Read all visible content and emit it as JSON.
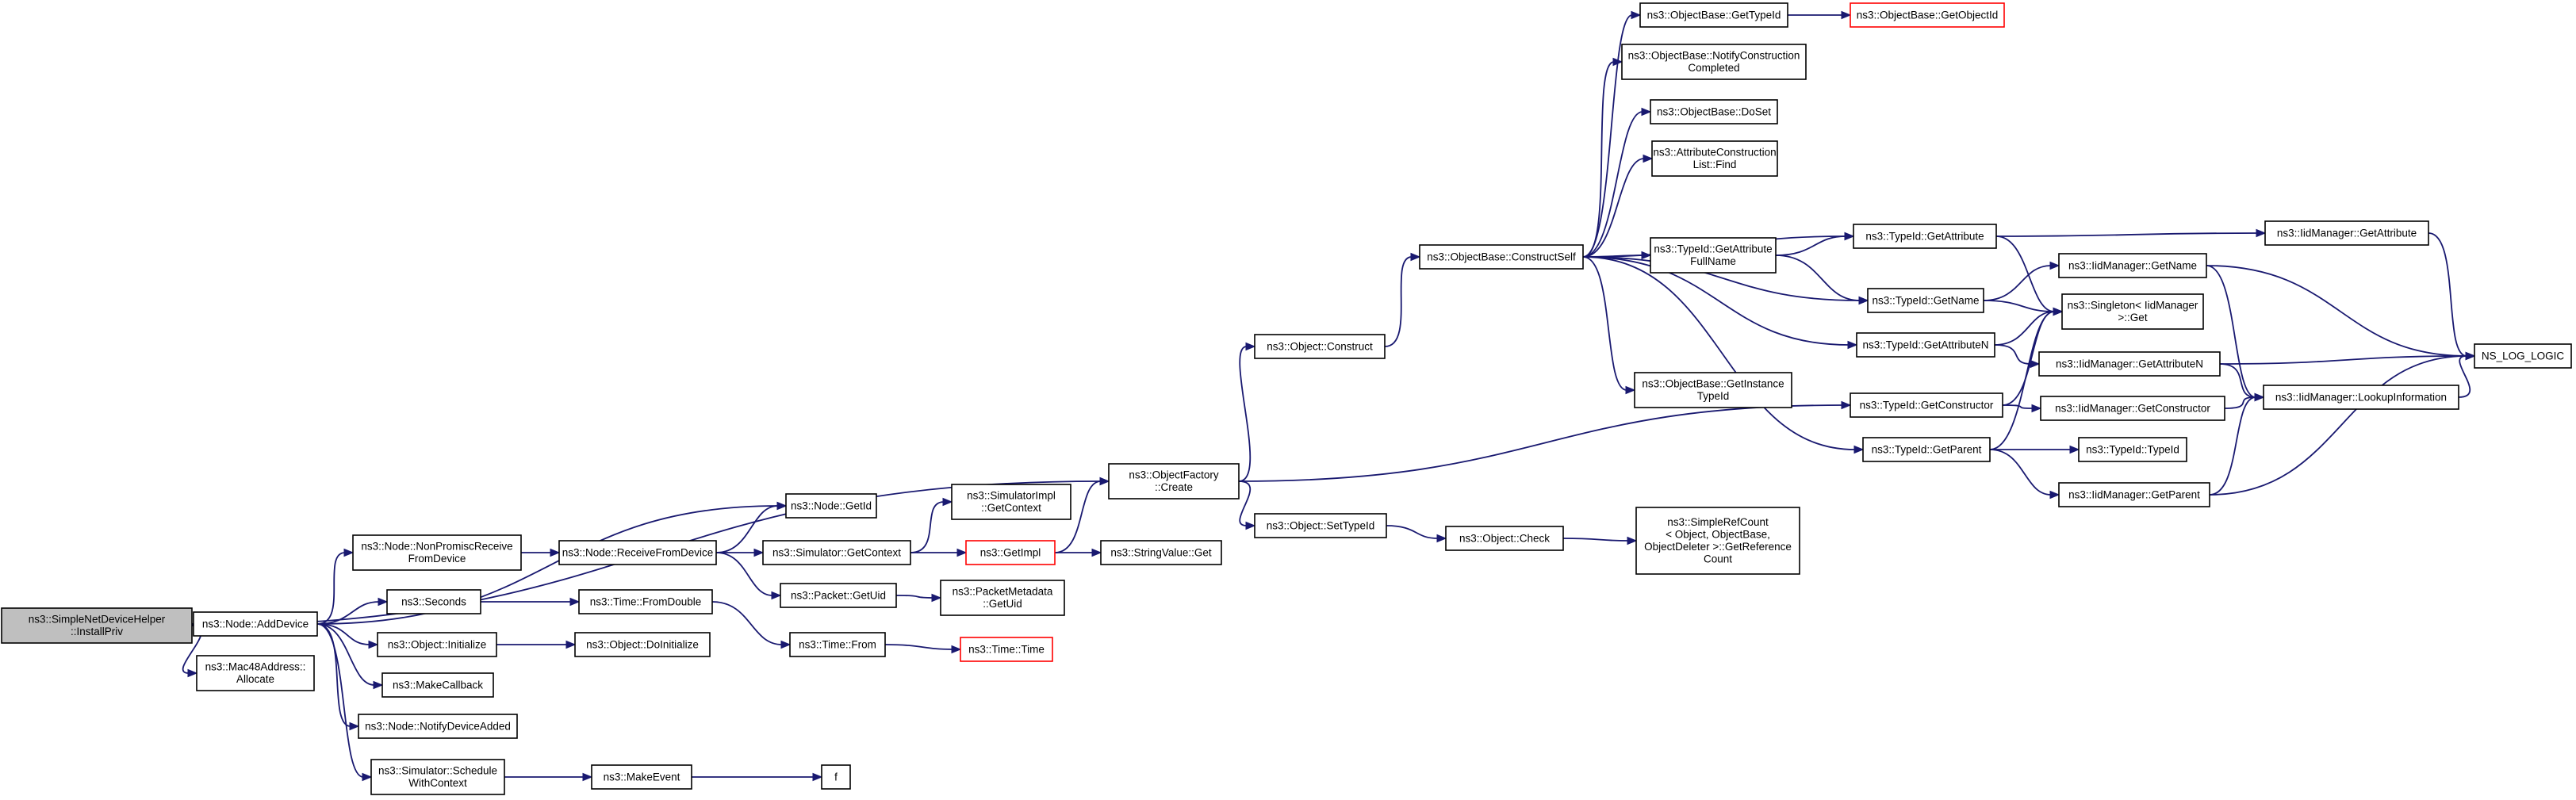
{
  "diagram": {
    "colors": {
      "edge": "#191970",
      "border": "#000000",
      "highlight_border": "#ff0000",
      "root_fill": "#bfbfbf"
    },
    "nodes": [
      {
        "id": "install",
        "lines": [
          "ns3::SimpleNetDeviceHelper",
          "::InstallPriv"
        ],
        "root": true
      },
      {
        "id": "adddevice",
        "lines": [
          "ns3::Node::AddDevice"
        ]
      },
      {
        "id": "mac48",
        "lines": [
          "ns3::Mac48Address::",
          "Allocate"
        ]
      },
      {
        "id": "ofcreate",
        "lines": [
          "ns3::ObjectFactory",
          "::Create"
        ]
      },
      {
        "id": "nodegetid",
        "lines": [
          "ns3::Node::GetId"
        ]
      },
      {
        "id": "nonpromisc",
        "lines": [
          "ns3::Node::NonPromiscReceive",
          "FromDevice"
        ]
      },
      {
        "id": "seconds",
        "lines": [
          "ns3::Seconds"
        ]
      },
      {
        "id": "objinit",
        "lines": [
          "ns3::Object::Initialize"
        ]
      },
      {
        "id": "makecallback",
        "lines": [
          "ns3::MakeCallback"
        ]
      },
      {
        "id": "notifyadded",
        "lines": [
          "ns3::Node::NotifyDeviceAdded"
        ]
      },
      {
        "id": "schedulectx",
        "lines": [
          "ns3::Simulator::Schedule",
          "WithContext"
        ]
      },
      {
        "id": "recvfromdev",
        "lines": [
          "ns3::Node::ReceiveFromDevice"
        ]
      },
      {
        "id": "getcontext",
        "lines": [
          "ns3::Simulator::GetContext"
        ]
      },
      {
        "id": "pktgetuid",
        "lines": [
          "ns3::Packet::GetUid"
        ]
      },
      {
        "id": "simimplctx",
        "lines": [
          "ns3::SimulatorImpl",
          "::GetContext"
        ]
      },
      {
        "id": "getimpl",
        "lines": [
          "ns3::GetImpl"
        ],
        "highlight": true
      },
      {
        "id": "pmgetuid",
        "lines": [
          "ns3::PacketMetadata",
          "::GetUid"
        ]
      },
      {
        "id": "stringget",
        "lines": [
          "ns3::StringValue::Get"
        ]
      },
      {
        "id": "fromdouble",
        "lines": [
          "ns3::Time::FromDouble"
        ]
      },
      {
        "id": "doinit",
        "lines": [
          "ns3::Object::DoInitialize"
        ]
      },
      {
        "id": "timefrom",
        "lines": [
          "ns3::Time::From"
        ]
      },
      {
        "id": "timetime",
        "lines": [
          "ns3::Time::Time"
        ],
        "highlight": true
      },
      {
        "id": "makeevent",
        "lines": [
          "ns3::MakeEvent"
        ]
      },
      {
        "id": "f",
        "lines": [
          "f"
        ]
      },
      {
        "id": "construct",
        "lines": [
          "ns3::Object::Construct"
        ]
      },
      {
        "id": "settypeid",
        "lines": [
          "ns3::Object::SetTypeId"
        ]
      },
      {
        "id": "objcheck",
        "lines": [
          "ns3::Object::Check"
        ]
      },
      {
        "id": "srcount",
        "lines": [
          "ns3::SimpleRefCount",
          "< Object, ObjectBase,",
          "ObjectDeleter >::GetReference",
          "Count"
        ]
      },
      {
        "id": "constructself",
        "lines": [
          "ns3::ObjectBase::ConstructSelf"
        ]
      },
      {
        "id": "obgettypeid",
        "lines": [
          "ns3::ObjectBase::GetTypeId"
        ]
      },
      {
        "id": "obgetobjectid",
        "lines": [
          "ns3::ObjectBase::GetObjectId"
        ],
        "highlight": true
      },
      {
        "id": "notifyconstr",
        "lines": [
          "ns3::ObjectBase::NotifyConstruction",
          "Completed"
        ]
      },
      {
        "id": "doset",
        "lines": [
          "ns3::ObjectBase::DoSet"
        ]
      },
      {
        "id": "acfind",
        "lines": [
          "ns3::AttributeConstruction",
          "List::Find"
        ]
      },
      {
        "id": "tigetattrfullname",
        "lines": [
          "ns3::TypeId::GetAttribute",
          "FullName"
        ]
      },
      {
        "id": "getinstancetypeid",
        "lines": [
          "ns3::ObjectBase::GetInstance",
          "TypeId"
        ]
      },
      {
        "id": "tigetattribute",
        "lines": [
          "ns3::TypeId::GetAttribute"
        ]
      },
      {
        "id": "tigetname",
        "lines": [
          "ns3::TypeId::GetName"
        ]
      },
      {
        "id": "tigetattrn",
        "lines": [
          "ns3::TypeId::GetAttributeN"
        ]
      },
      {
        "id": "tigetconstructor",
        "lines": [
          "ns3::TypeId::GetConstructor"
        ]
      },
      {
        "id": "tigetparent",
        "lines": [
          "ns3::TypeId::GetParent"
        ]
      },
      {
        "id": "singletonget",
        "lines": [
          "ns3::Singleton< IidManager",
          ">::Get"
        ]
      },
      {
        "id": "titypeid",
        "lines": [
          "ns3::TypeId::TypeId"
        ]
      },
      {
        "id": "iidgetattribute",
        "lines": [
          "ns3::IidManager::GetAttribute"
        ]
      },
      {
        "id": "iidgetname",
        "lines": [
          "ns3::IidManager::GetName"
        ]
      },
      {
        "id": "iidgetattrn",
        "lines": [
          "ns3::IidManager::GetAttributeN"
        ]
      },
      {
        "id": "iidgetconstructor",
        "lines": [
          "ns3::IidManager::GetConstructor"
        ]
      },
      {
        "id": "iidgetparent",
        "lines": [
          "ns3::IidManager::GetParent"
        ]
      },
      {
        "id": "iidlookup",
        "lines": [
          "ns3::IidManager::LookupInformation"
        ]
      },
      {
        "id": "nslog",
        "lines": [
          "NS_LOG_LOGIC"
        ]
      }
    ],
    "edges": [
      [
        "install",
        "adddevice"
      ],
      [
        "install",
        "mac48"
      ],
      [
        "install",
        "ofcreate"
      ],
      [
        "adddevice",
        "nodegetid"
      ],
      [
        "adddevice",
        "nonpromisc"
      ],
      [
        "adddevice",
        "seconds"
      ],
      [
        "adddevice",
        "objinit"
      ],
      [
        "adddevice",
        "makecallback"
      ],
      [
        "adddevice",
        "notifyadded"
      ],
      [
        "adddevice",
        "schedulectx"
      ],
      [
        "nonpromisc",
        "recvfromdev"
      ],
      [
        "recvfromdev",
        "nodegetid"
      ],
      [
        "recvfromdev",
        "getcontext"
      ],
      [
        "recvfromdev",
        "pktgetuid"
      ],
      [
        "getcontext",
        "simimplctx"
      ],
      [
        "getcontext",
        "getimpl"
      ],
      [
        "getimpl",
        "ofcreate"
      ],
      [
        "getimpl",
        "stringget"
      ],
      [
        "pktgetuid",
        "pmgetuid"
      ],
      [
        "seconds",
        "fromdouble"
      ],
      [
        "fromdouble",
        "timefrom"
      ],
      [
        "timefrom",
        "timetime"
      ],
      [
        "objinit",
        "doinit"
      ],
      [
        "schedulectx",
        "makeevent"
      ],
      [
        "makeevent",
        "f"
      ],
      [
        "ofcreate",
        "construct"
      ],
      [
        "ofcreate",
        "settypeid"
      ],
      [
        "ofcreate",
        "tigetconstructor"
      ],
      [
        "settypeid",
        "objcheck"
      ],
      [
        "objcheck",
        "srcount"
      ],
      [
        "construct",
        "constructself"
      ],
      [
        "constructself",
        "obgettypeid"
      ],
      [
        "constructself",
        "notifyconstr"
      ],
      [
        "constructself",
        "doset"
      ],
      [
        "constructself",
        "acfind"
      ],
      [
        "constructself",
        "tigetattrfullname"
      ],
      [
        "constructself",
        "getinstancetypeid"
      ],
      [
        "constructself",
        "tigetattribute"
      ],
      [
        "constructself",
        "tigetname"
      ],
      [
        "constructself",
        "tigetattrn"
      ],
      [
        "constructself",
        "tigetparent"
      ],
      [
        "obgettypeid",
        "obgetobjectid"
      ],
      [
        "tigetattrfullname",
        "tigetattribute"
      ],
      [
        "tigetattrfullname",
        "tigetname"
      ],
      [
        "tigetattribute",
        "iidgetattribute"
      ],
      [
        "tigetattribute",
        "singletonget"
      ],
      [
        "tigetname",
        "iidgetname"
      ],
      [
        "tigetname",
        "singletonget"
      ],
      [
        "tigetattrn",
        "singletonget"
      ],
      [
        "tigetattrn",
        "iidgetattrn"
      ],
      [
        "tigetconstructor",
        "singletonget"
      ],
      [
        "tigetconstructor",
        "iidgetconstructor"
      ],
      [
        "tigetparent",
        "singletonget"
      ],
      [
        "tigetparent",
        "titypeid"
      ],
      [
        "tigetparent",
        "iidgetparent"
      ],
      [
        "iidgetattribute",
        "nslog"
      ],
      [
        "iidgetname",
        "nslog"
      ],
      [
        "iidgetname",
        "iidlookup"
      ],
      [
        "iidgetattrn",
        "nslog"
      ],
      [
        "iidgetattrn",
        "iidlookup"
      ],
      [
        "iidgetconstructor",
        "iidlookup"
      ],
      [
        "iidgetparent",
        "iidlookup"
      ],
      [
        "iidgetparent",
        "nslog"
      ],
      [
        "iidlookup",
        "nslog"
      ]
    ]
  }
}
